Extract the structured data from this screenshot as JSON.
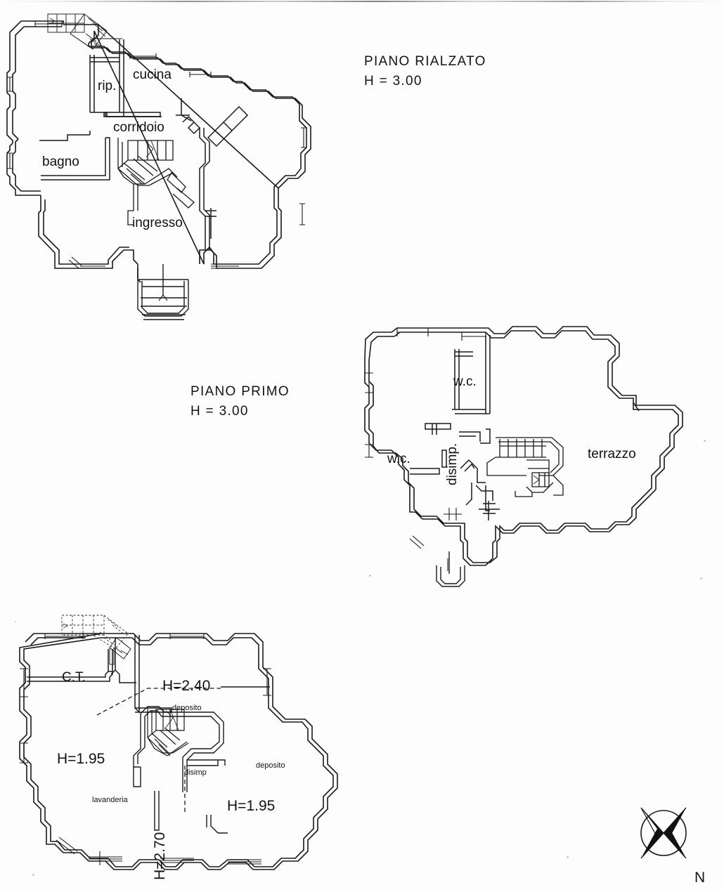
{
  "document": {
    "kind": "architectural-floor-plan",
    "language": "it"
  },
  "floors": [
    {
      "id": "piano-rialzato",
      "title": "PIANO  RIALZATO",
      "height_note": "H = 3.00",
      "rooms": [
        {
          "key": "cucina",
          "label": "cucina"
        },
        {
          "key": "rip",
          "label": "rip."
        },
        {
          "key": "corridoio",
          "label": "corridoio"
        },
        {
          "key": "bagno",
          "label": "bagno"
        },
        {
          "key": "ingresso",
          "label": "ingresso"
        }
      ]
    },
    {
      "id": "piano-primo",
      "title": "PIANO  PRIMO",
      "height_note": "H = 3.00",
      "rooms": [
        {
          "key": "wc-upper",
          "label": "w.c."
        },
        {
          "key": "wc-lower",
          "label": "w.c."
        },
        {
          "key": "disimp",
          "label": "disimp."
        },
        {
          "key": "terrazzo",
          "label": "terrazzo"
        }
      ]
    },
    {
      "id": "piano-interrato",
      "title": "",
      "height_note": "",
      "rooms": [
        {
          "key": "ct",
          "label": "C.T."
        },
        {
          "key": "deposito-1",
          "label": "deposito"
        },
        {
          "key": "deposito-2",
          "label": "deposito"
        },
        {
          "key": "lavanderia",
          "label": "lavanderia"
        },
        {
          "key": "disimp",
          "label": "disimp"
        }
      ],
      "heights": [
        {
          "key": "h-240",
          "label": "H=2.40"
        },
        {
          "key": "h-195-left",
          "label": "H=1.95"
        },
        {
          "key": "h-195-right",
          "label": "H=1.95"
        },
        {
          "key": "h-270",
          "label": "H=2.70"
        }
      ]
    }
  ],
  "compass": {
    "north_label": "N",
    "icon": "compass-rose-icon"
  },
  "colors": {
    "paper": "#fdfdfd",
    "ink": "#121212",
    "wall_stroke": "#1a1a1a",
    "thin_stroke": "#333333"
  }
}
